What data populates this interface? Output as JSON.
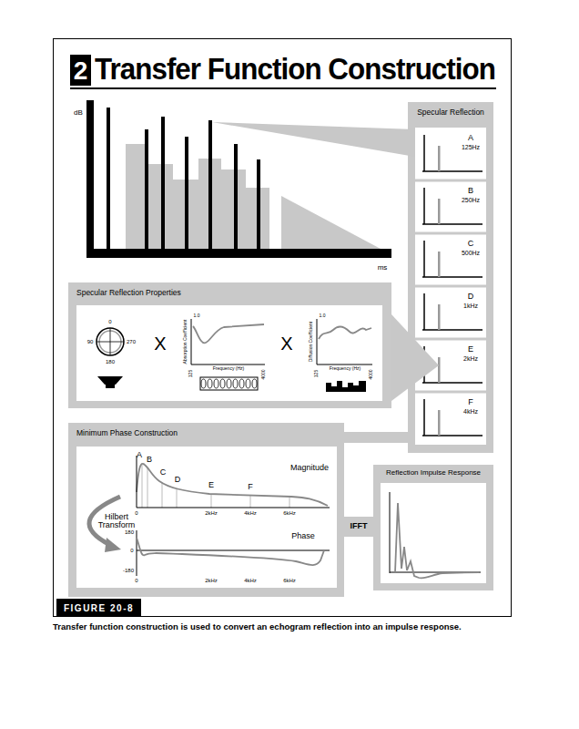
{
  "diagram": {
    "title": "Transfer Function Construction",
    "caption": "Transfer function construction is used to convert an echogram reflection into an impulse response.",
    "nodes": [
      {
        "text": [
          "Specular Reflection"
        ]
      },
      {
        "text": [
          "A",
          "125Hz"
        ],
        "in": 0
      },
      {
        "text": [
          "B",
          "250Hz"
        ],
        "in": 0
      },
      {
        "text": [
          "C",
          "500Hz"
        ],
        "in": 0
      },
      {
        "text": [
          "D",
          "1kHz"
        ],
        "in": 0
      },
      {
        "text": [
          "E",
          "2kHz"
        ],
        "in": 0
      },
      {
        "text": [
          "F",
          "4kHz"
        ],
        "in": 0
      },
      {
        "text": [
          "Specular Reflection Properties"
        ]
      },
      {
        "text": [
          "Minimum Phase Construction"
        ]
      },
      {
        "text": [
          "Reflection Impulse Response"
        ]
      }
    ],
    "edges": [
      {
        "from": 7,
        "to": 5,
        "arrow": "none"
      },
      {
        "from": 8,
        "to": 0,
        "arrow": "none"
      },
      {
        "from": 8,
        "to": 9,
        "label": "IFFT",
        "arrow": "none"
      }
    ],
    "labels": [
      "2",
      "dB",
      "ms",
      "0",
      "90",
      "270",
      "180",
      "X",
      "Absorption Coefficient",
      "1.0",
      "125",
      "Frequency (Hz)",
      "4000",
      "X",
      "Diffusion Coefficient",
      "1.0",
      "125",
      "Frequency (Hz)",
      "4000",
      "A",
      "B",
      "C",
      "D",
      "E",
      "F",
      "Magnitude",
      "0",
      "2kHz",
      "4kHz",
      "6kHz",
      "Hilbert Transform",
      "180",
      "0",
      "-180",
      "Phase",
      "0",
      "2kHz",
      "4kHz",
      "6kHz",
      "FIGURE 20-8"
    ]
  }
}
